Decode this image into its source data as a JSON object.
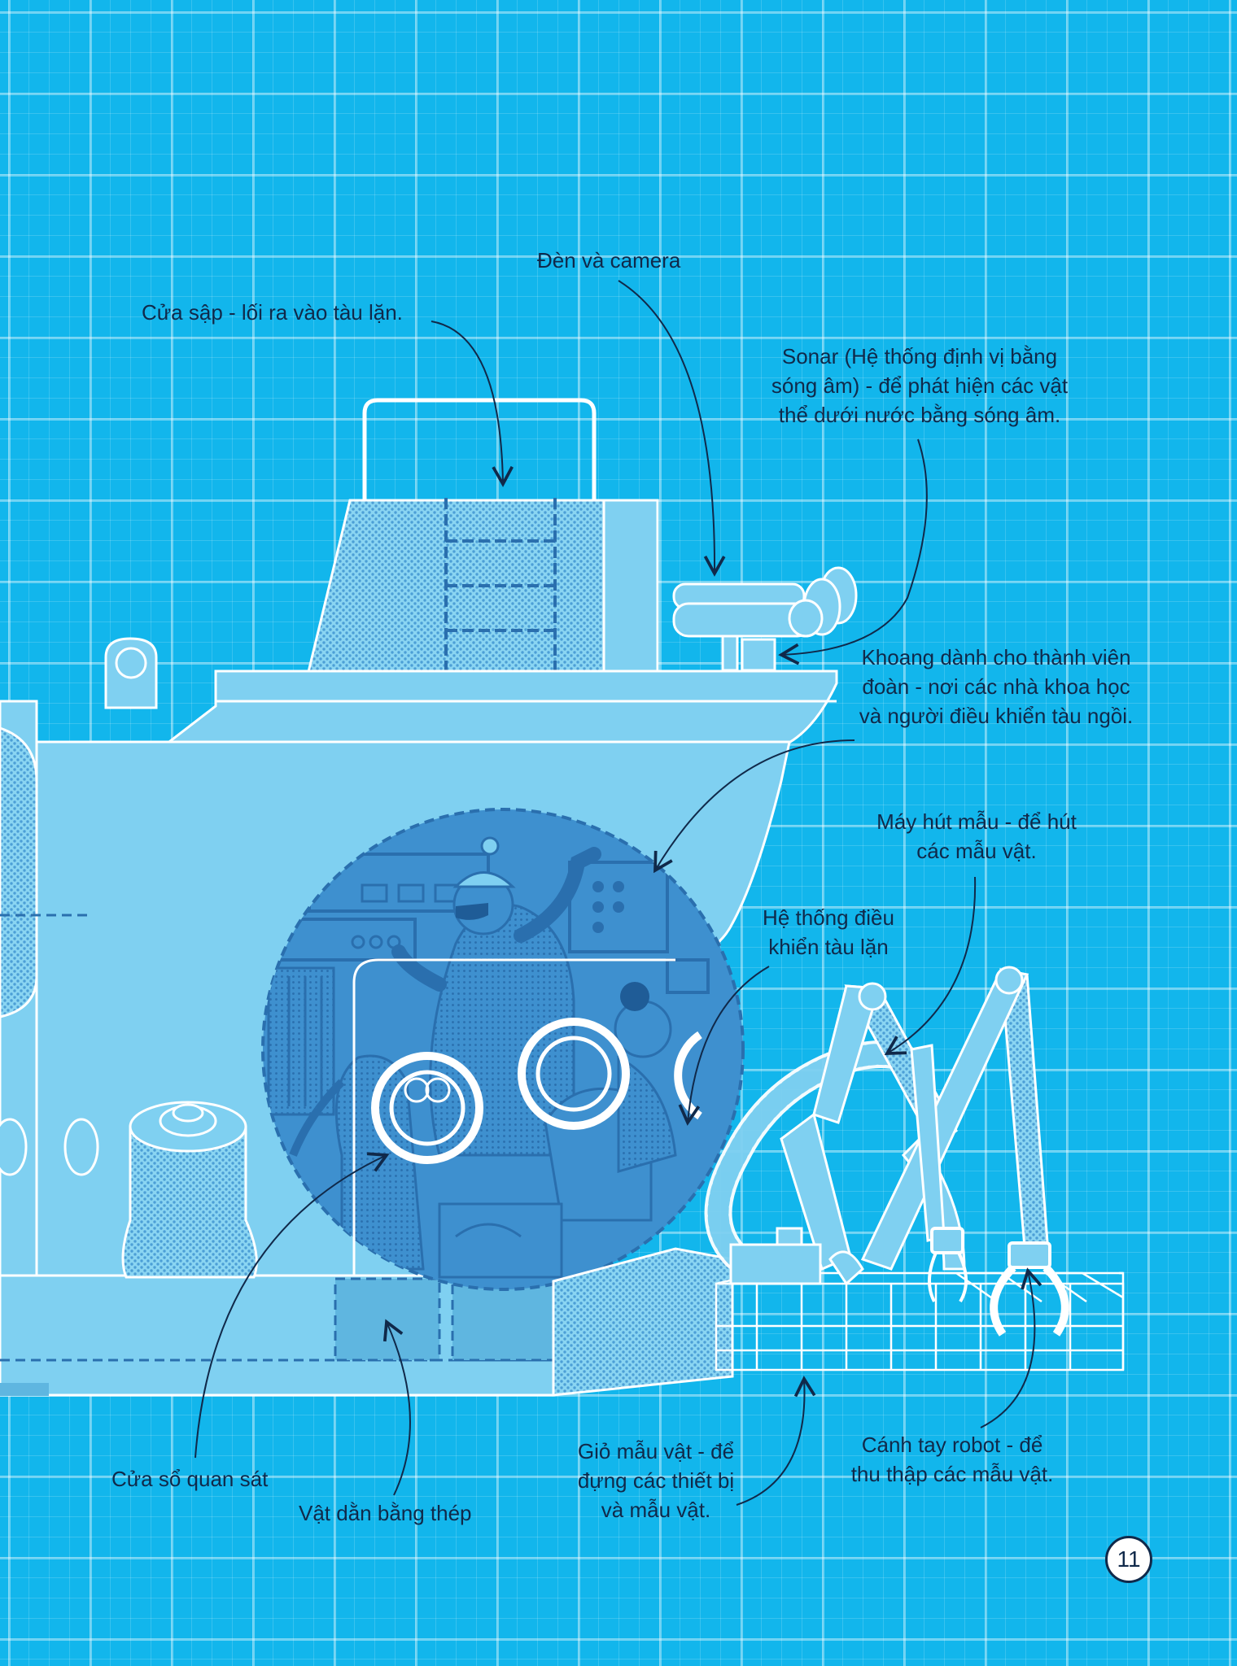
{
  "labels": {
    "hatch": "Cửa sập - lối ra vào tàu lặn.",
    "lights_camera": "Đèn và camera",
    "sonar": "Sonar (Hệ thống định vị bằng\nsóng âm) - để phát hiện các vật\nthể dưới nước bằng sóng âm.",
    "crew_compartment": "Khoang dành cho thành viên\nđoàn - nơi các nhà khoa học\nvà người điều khiển tàu ngồi.",
    "suction_sampler": "Máy hút mẫu - để hút\ncác mẫu vật.",
    "control_system": "Hệ thống điều\nkhiển tàu lặn",
    "viewport": "Cửa sổ quan sát",
    "steel_ballast": "Vật dằn bằng thép",
    "sample_basket": "Giỏ mẫu vật - để\nđựng các thiết bị\nvà mẫu vật.",
    "robot_arm": "Cánh tay robot - để\nthu thập các mẫu vật."
  },
  "page_number": "11",
  "colors": {
    "background": "#12b6ec",
    "hull": "#7fd0f1",
    "hull_dark": "#5fb6e0",
    "sphere": "#3e90cf",
    "outline": "#ffffff",
    "text": "#10294a"
  }
}
